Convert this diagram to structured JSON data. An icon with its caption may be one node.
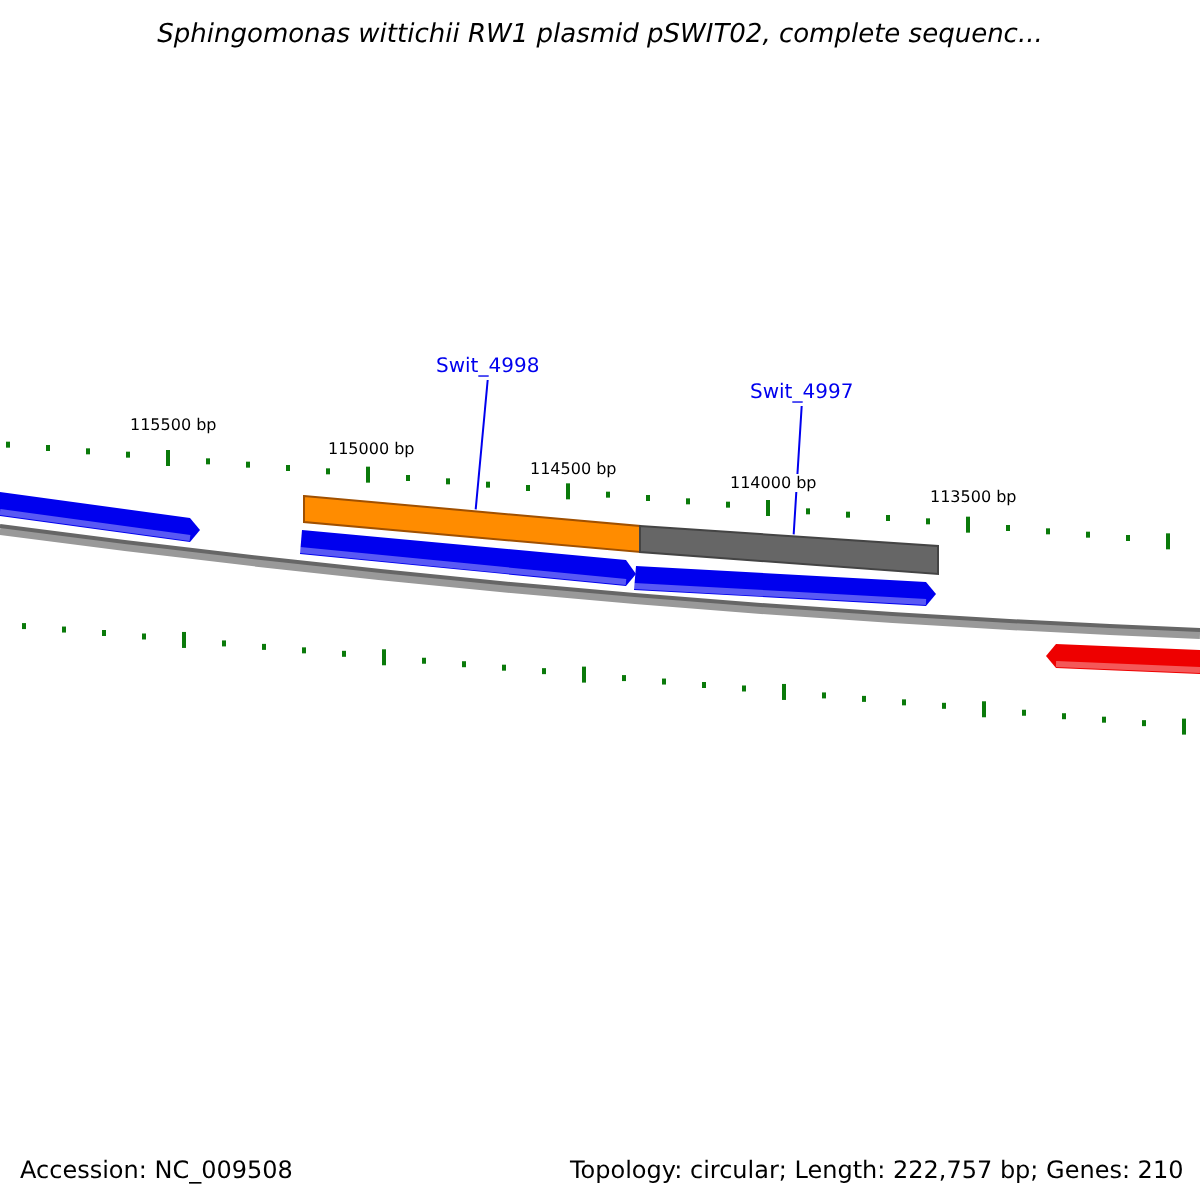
{
  "diagram": {
    "title": "Sphingomonas wittichii RW1 plasmid pSWIT02, complete sequenc...",
    "nodes": [
      {
        "text": [
          "Swit_4998"
        ]
      },
      {
        "text": [],
        "shape": "bar"
      },
      {
        "text": [
          "Swit_4997"
        ]
      },
      {
        "text": [],
        "shape": "bar"
      }
    ],
    "edges": [
      {
        "from": 0,
        "to": 1,
        "arrow": "none"
      },
      {
        "from": 2,
        "to": 3,
        "arrow": "none"
      }
    ],
    "labels": [
      "115500 bp",
      "115000 bp",
      "114500 bp",
      "114000 bp",
      "113500 bp",
      "Accession: NC_009508",
      "Topology: circular; Length: 222,757 bp; Genes: 210"
    ]
  }
}
